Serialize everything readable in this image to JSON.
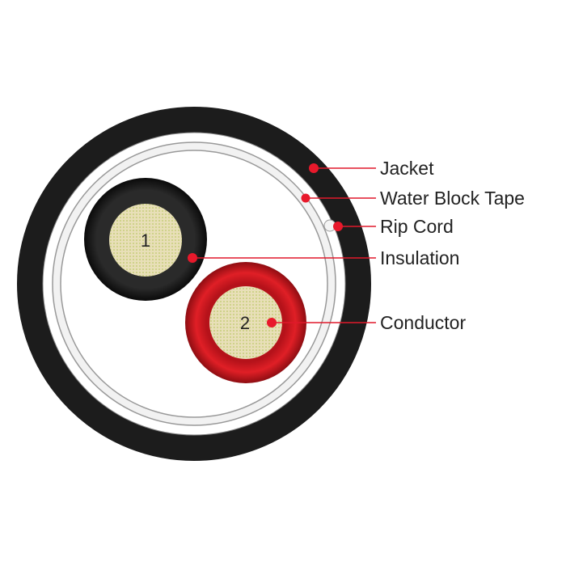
{
  "labels": {
    "jacket": "Jacket",
    "water_block_tape": "Water Block Tape",
    "rip_cord": "Rip Cord",
    "insulation": "Insulation",
    "conductor": "Conductor"
  },
  "conductors": [
    {
      "number": "1",
      "insulation_color": "#111111"
    },
    {
      "number": "2",
      "insulation_color": "#d41a1f"
    }
  ],
  "colors": {
    "jacket": "#1c1c1c",
    "leader": "#e0192b",
    "core": "#e6dcb0"
  }
}
